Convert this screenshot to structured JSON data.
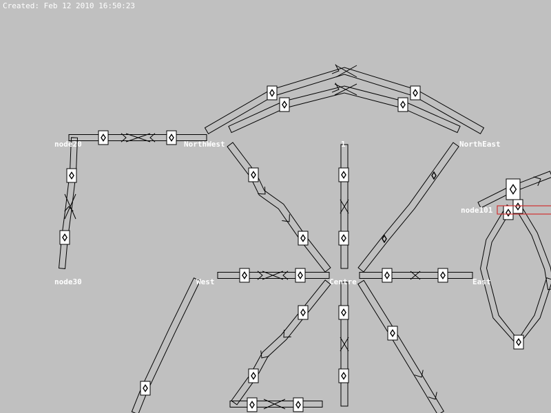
{
  "header": {
    "created": "Created: Feb 12 2010 16:50:23"
  },
  "nodes": {
    "node20": "node20",
    "northwest": "NorthWest",
    "one": "1",
    "northeast": "NorthEast",
    "node101": "node101",
    "node30": "node30",
    "west": "West",
    "centre": "Centre",
    "east": "East"
  },
  "colors": {
    "background": "#c0c0c0",
    "label": "#ffffff",
    "line": "#000000",
    "selection": "#d03030"
  },
  "icons": {
    "track_sensor": "diamond-sensor-icon",
    "flow_direction": "chevron-arrow-icon"
  }
}
